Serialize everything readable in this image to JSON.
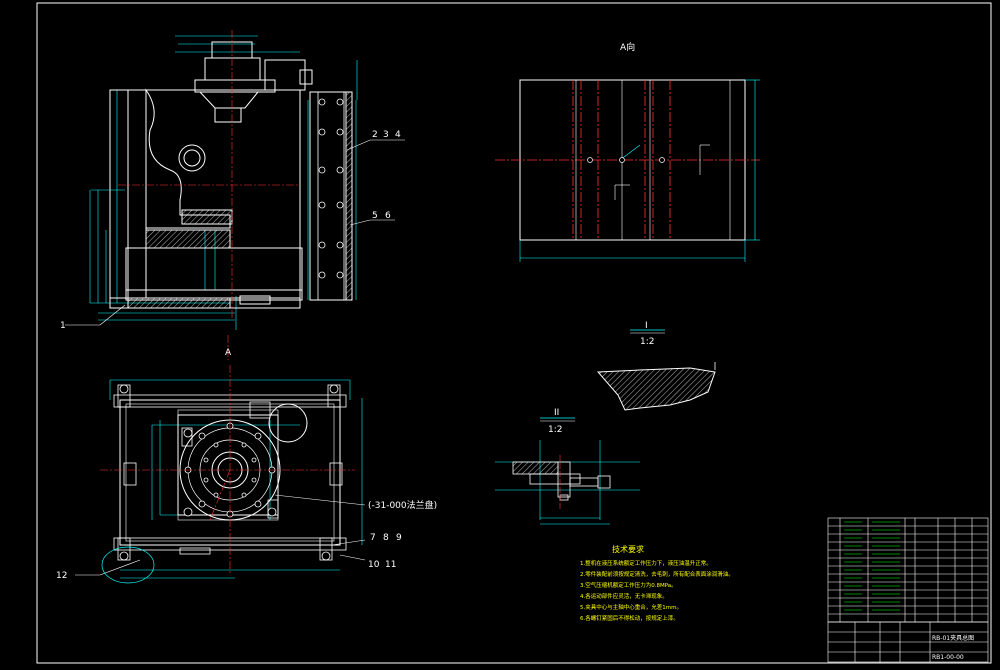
{
  "drawing": {
    "view_label_a": "A向",
    "view_arrow_a": "A",
    "section_label_1": "I",
    "section_scale_1": "1:2",
    "section_label_2": "II",
    "section_scale_2": "1:2",
    "callout_special": "(-31-000法兰盘)",
    "callouts": [
      "1",
      "2",
      "3",
      "4",
      "5",
      "6",
      "7",
      "8",
      "9",
      "10",
      "11",
      "12"
    ],
    "tech_title": "技术要求",
    "tech_lines": [
      "1.整机在液压系统额定工作压力下，液压油温升正常。",
      "2.零件装配前须按规定清洗，去毛刺，所有配合表面涂润滑油。",
      "3.空气压缩机额定工作压力为0.8MPa。",
      "4.各运动部件应灵活，无卡滞现象。",
      "5.夹具中心与主轴中心重合，允差1mm。",
      "6.各螺钉紧固后不得松动，按规定上漆。"
    ]
  },
  "title_block": {
    "drawing_name": "RB-01夹具总图",
    "drawing_no": "RB1-00-00"
  },
  "colors": {
    "background": "#000000",
    "outline": "#ffffff",
    "dimension": "#00ffff",
    "center": "#ff3030",
    "hatch": "#ffffff",
    "yellow": "#ffff00",
    "green": "#00ff00"
  }
}
